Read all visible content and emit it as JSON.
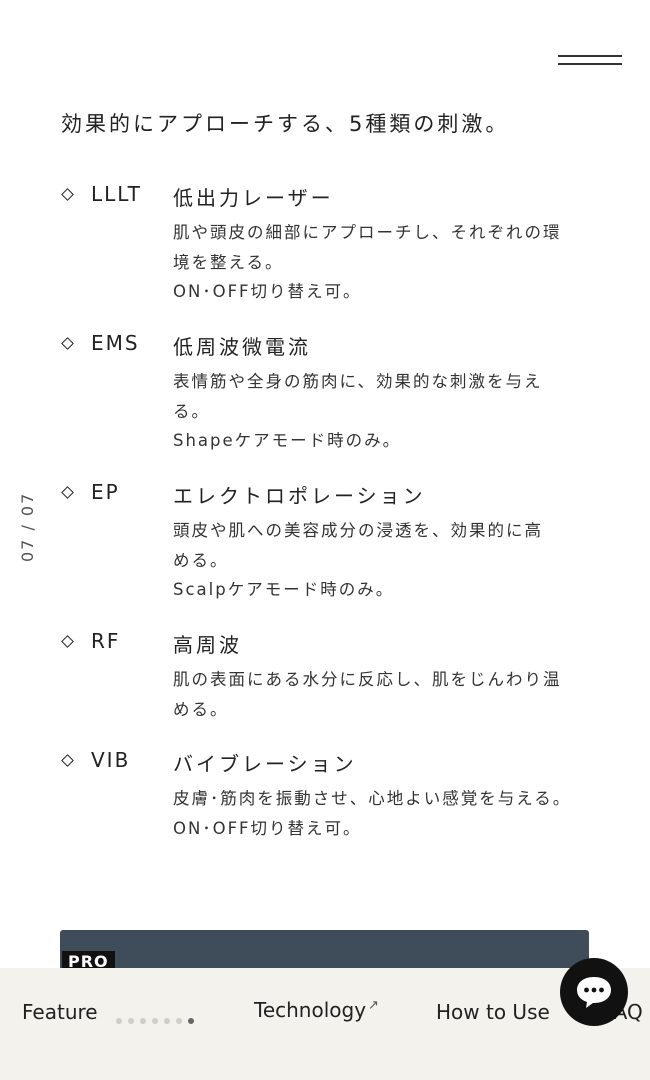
{
  "heading": "効果的にアプローチする、5種類の刺激。",
  "page_indicator": "07 / 07",
  "stimuli": [
    {
      "code": "LLLT",
      "name": "低出力レーザー",
      "desc": [
        "肌や頭皮の細部にアプローチし、それぞれの環",
        "境を整える。",
        "ON･OFF切り替え可。"
      ]
    },
    {
      "code": "EMS",
      "name": "低周波微電流",
      "desc": [
        "表情筋や全身の筋肉に、効果的な刺激を与え",
        "る。",
        "Shapeケアモード時のみ。"
      ]
    },
    {
      "code": "EP",
      "name": "エレクトロポレーション",
      "desc": [
        "頭皮や肌への美容成分の浸透を、効果的に高",
        "める。",
        "Scalpケアモード時のみ。"
      ]
    },
    {
      "code": "RF",
      "name": "高周波",
      "desc": [
        "肌の表面にある水分に反応し、肌をじんわり温",
        "める。"
      ]
    },
    {
      "code": "VIB",
      "name": "バイブレーション",
      "desc": [
        "皮膚･筋肉を振動させ、心地よい感覚を与える。",
        "ON･OFF切り替え可。"
      ]
    }
  ],
  "pro_badge": "PRO",
  "nav": {
    "feature": "Feature",
    "technology": "Technology",
    "technology_arrow": "↗",
    "how_to_use": "How to Use",
    "faq": "FAQ",
    "dots_total": 7,
    "dots_active": 7
  },
  "icons": {
    "menu": "hamburger-icon",
    "chat": "chat-bubble-icon",
    "bullet": "diamond-bullet-icon"
  },
  "colors": {
    "card": "#3f4d5b",
    "nav_bg": "#f3f2ec",
    "chat_bg": "#111111"
  }
}
